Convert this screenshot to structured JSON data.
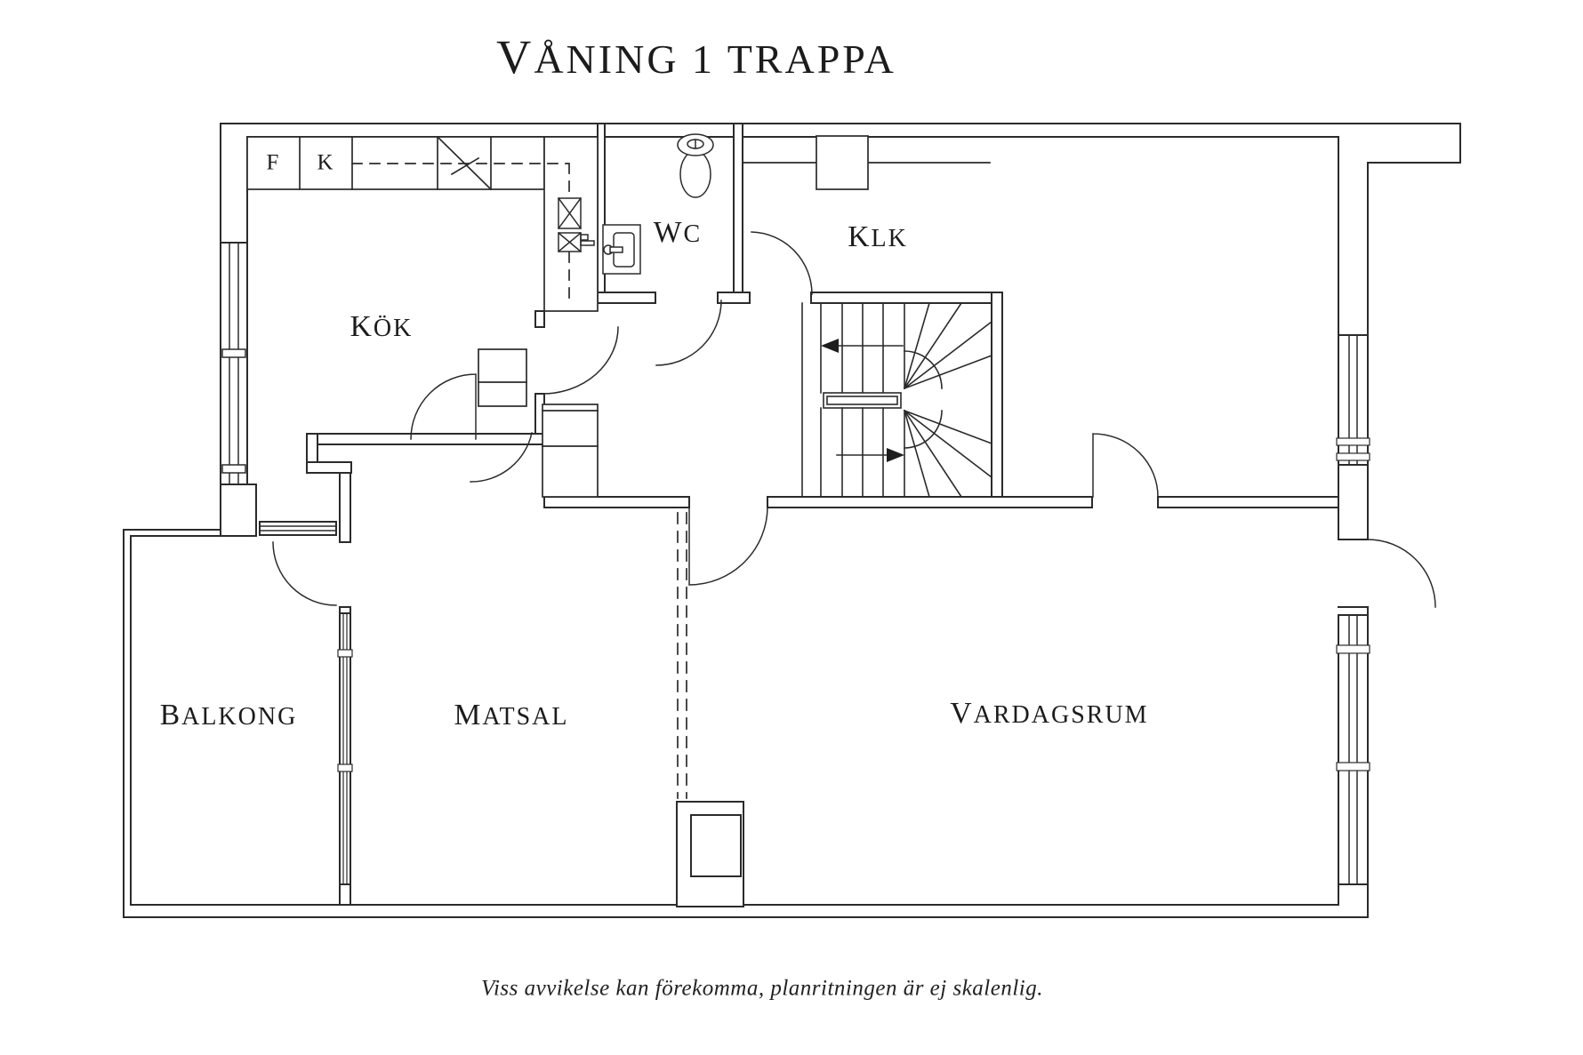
{
  "title": "VÅNING 1 TRAPPA",
  "disclaimer": "Viss avvikelse kan förekomma, planritningen är ej skalenlig.",
  "rooms": {
    "kok": "KÖK",
    "wc": "WC",
    "klk": "KLK",
    "balkong": "BALKONG",
    "matsal": "MATSAL",
    "vardagsrum": "VARDAGSRUM"
  },
  "appliances": {
    "fridge": "F",
    "freezer": "K"
  },
  "colors": {
    "line": "#2b2b2b",
    "background": "#ffffff"
  }
}
